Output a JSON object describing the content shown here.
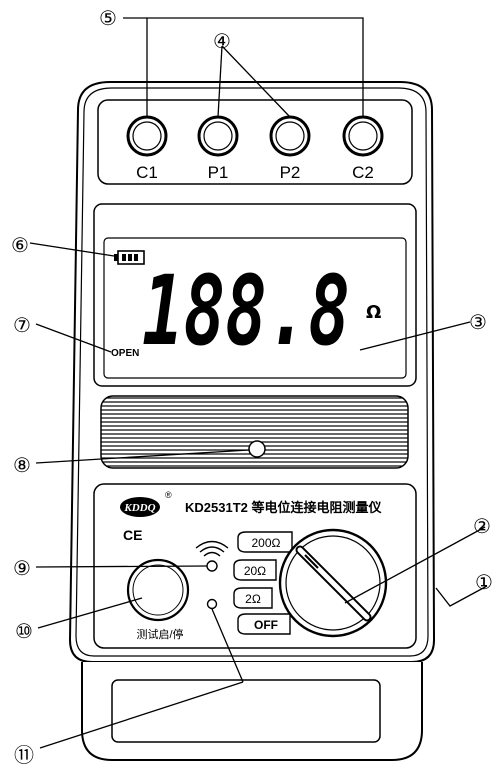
{
  "terminals": [
    "C1",
    "P1",
    "P2",
    "C2"
  ],
  "display": {
    "reading": "188.8",
    "unit": "Ω",
    "open_label": "OPEN"
  },
  "brand": {
    "logo_text": "KDDQ",
    "registered": "®"
  },
  "model": "KD2531T2  等电位连接电阻测量仪",
  "ce_mark": "CE",
  "ranges": [
    "200Ω",
    "20Ω",
    "2Ω",
    "OFF"
  ],
  "button_label": "测试启/停",
  "callouts": {
    "c1": "①",
    "c2": "②",
    "c3": "③",
    "c4": "④",
    "c5": "⑤",
    "c6": "⑥",
    "c7": "⑦",
    "c8": "⑧",
    "c9": "⑨",
    "c10": "⑩",
    "c11": "⑪"
  }
}
